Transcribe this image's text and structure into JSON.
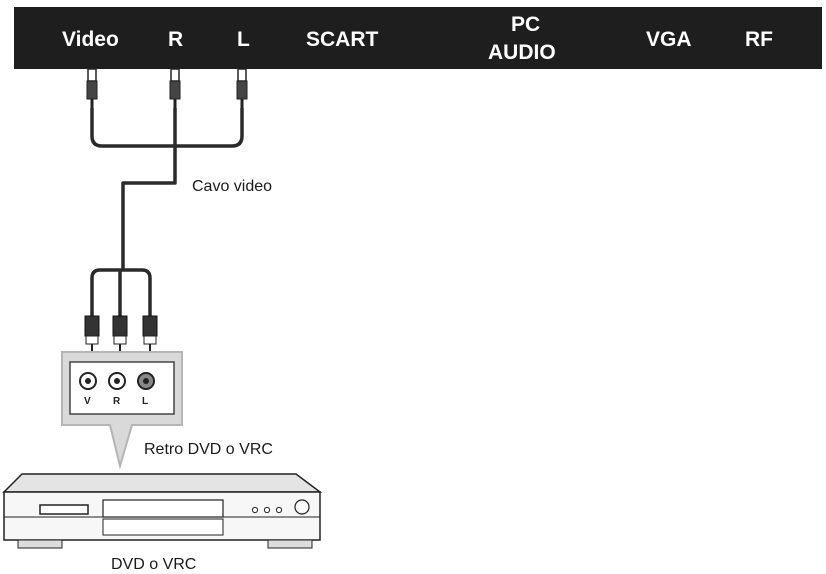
{
  "panel_labels": {
    "video": "Video",
    "r": "R",
    "l": "L",
    "scart": "SCART",
    "pc_audio_line1": "PC",
    "pc_audio_line2": "AUDIO",
    "vga": "VGA",
    "rf": "RF"
  },
  "callouts": {
    "cable": "Cavo video",
    "rear": "Retro DVD o VRC",
    "device": "DVD o VRC"
  },
  "jack_letters": [
    "V",
    "R",
    "L"
  ],
  "colors": {
    "panel": "#1e1e1e",
    "panel_text": "#ffffff",
    "cable": "#2a2a2a",
    "jack_panel": "#d9d9d9"
  }
}
